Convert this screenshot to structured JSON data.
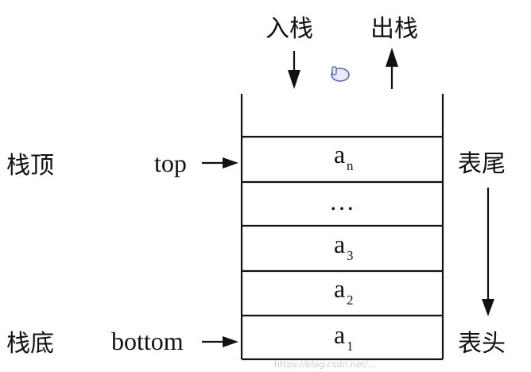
{
  "labels": {
    "push": "入栈",
    "pop": "出栈",
    "stack_top": "栈顶",
    "stack_bottom": "栈底",
    "top_pointer": "top",
    "bottom_pointer": "bottom",
    "table_tail": "表尾",
    "table_head": "表头"
  },
  "cells": [
    {
      "letter": "a",
      "sub": "n"
    },
    {
      "dots": "…"
    },
    {
      "letter": "a",
      "sub": "3"
    },
    {
      "letter": "a",
      "sub": "2"
    },
    {
      "letter": "a",
      "sub": "1"
    }
  ],
  "watermark": "https://blog.csdn.net/..."
}
